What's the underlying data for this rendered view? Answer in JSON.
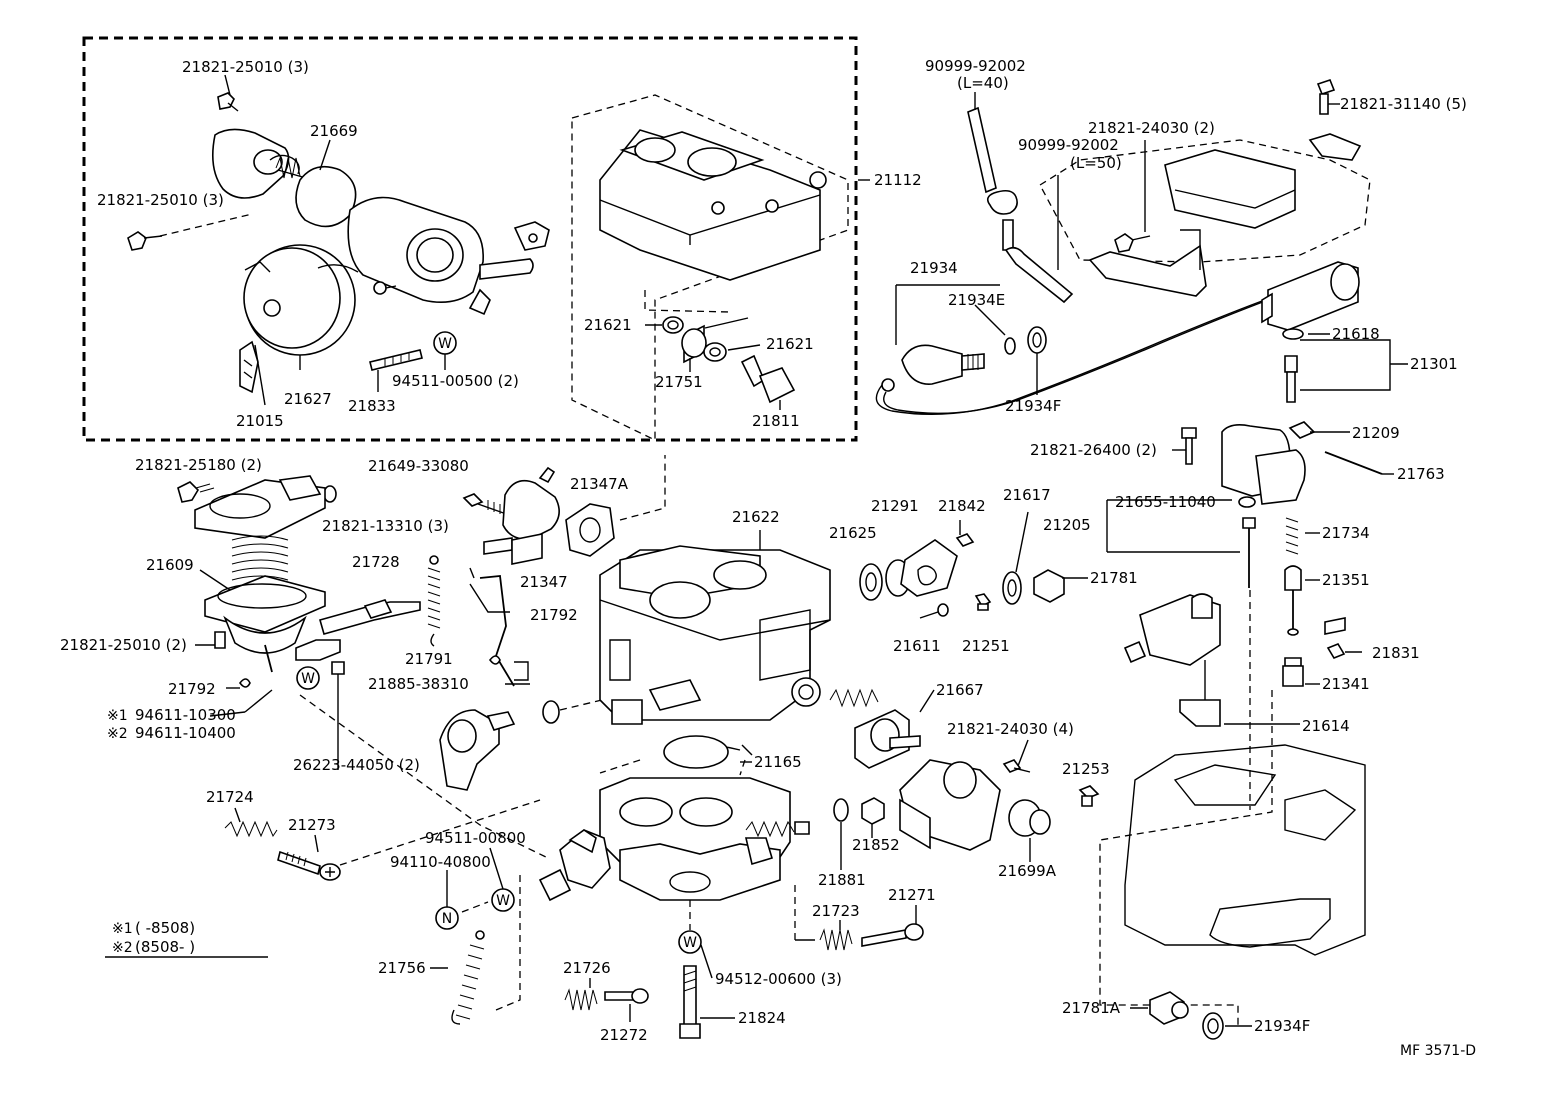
{
  "diagram_code": "MF 3571-D",
  "legend": {
    "mark1": "※1",
    "range1": "(      -8508)",
    "mark2": "※2",
    "range2": "(8508-      )"
  },
  "washer_symbol": "W",
  "nut_symbol": "N",
  "labels": {
    "p21821_25010_3a": "21821-25010 (3)",
    "p21669": "21669",
    "p21821_25010_3b": "21821-25010 (3)",
    "p21015": "21015",
    "p21627": "21627",
    "p21833": "21833",
    "p94511_00500": "94511-00500 (2)",
    "p21112": "21112",
    "p21621a": "21621",
    "p21621b": "21621",
    "p21751": "21751",
    "p21811": "21811",
    "p90999_92002_40": "90999-92002",
    "p_l40": "(L=40)",
    "p90999_92002_50": "90999-92002",
    "p_l50": "(L=50)",
    "p21821_24030_2": "21821-24030 (2)",
    "p21821_31140": "21821-31140 (5)",
    "p21934": "21934",
    "p21934e": "21934E",
    "p21934f_top": "21934F",
    "p21618": "21618",
    "p21301": "21301",
    "p21209": "21209",
    "p21763": "21763",
    "p21821_26400": "21821-26400 (2)",
    "p21655_11040": "21655-11040",
    "p21205": "21205",
    "p21734": "21734",
    "p21351": "21351",
    "p21831": "21831",
    "p21341": "21341",
    "p21614": "21614",
    "p21821_25180": "21821-25180 (2)",
    "p21649_33080": "21649-33080",
    "p21821_13310": "21821-13310 (3)",
    "p21347a": "21347A",
    "p21347": "21347",
    "p21609": "21609",
    "p21728": "21728",
    "p21792a": "21792",
    "p21821_25010_2": "21821-25010 (2)",
    "p21792b": "21792",
    "p94611_10300": "94611-10300",
    "p94611_10400": "94611-10400",
    "p26223_44050": "26223-44050 (2)",
    "p21791": "21791",
    "p21885_38310": "21885-38310",
    "p21622": "21622",
    "p21625": "21625",
    "p21291": "21291",
    "p21842": "21842",
    "p21617": "21617",
    "p21781": "21781",
    "p21611": "21611",
    "p21251": "21251",
    "p21667": "21667",
    "p21821_24030_4": "21821-24030 (4)",
    "p21165": "21165",
    "p21253": "21253",
    "p21724": "21724",
    "p21273": "21273",
    "p94511_00800": "94511-00800",
    "p94110_40800": "94110-40800",
    "p21881": "21881",
    "p21852": "21852",
    "p21699a": "21699A",
    "p21723": "21723",
    "p21271": "21271",
    "p21756": "21756",
    "p21726": "21726",
    "p94512_00600": "94512-00600 (3)",
    "p21824": "21824",
    "p21272": "21272",
    "p21781a": "21781A",
    "p21934f_bot": "21934F"
  }
}
